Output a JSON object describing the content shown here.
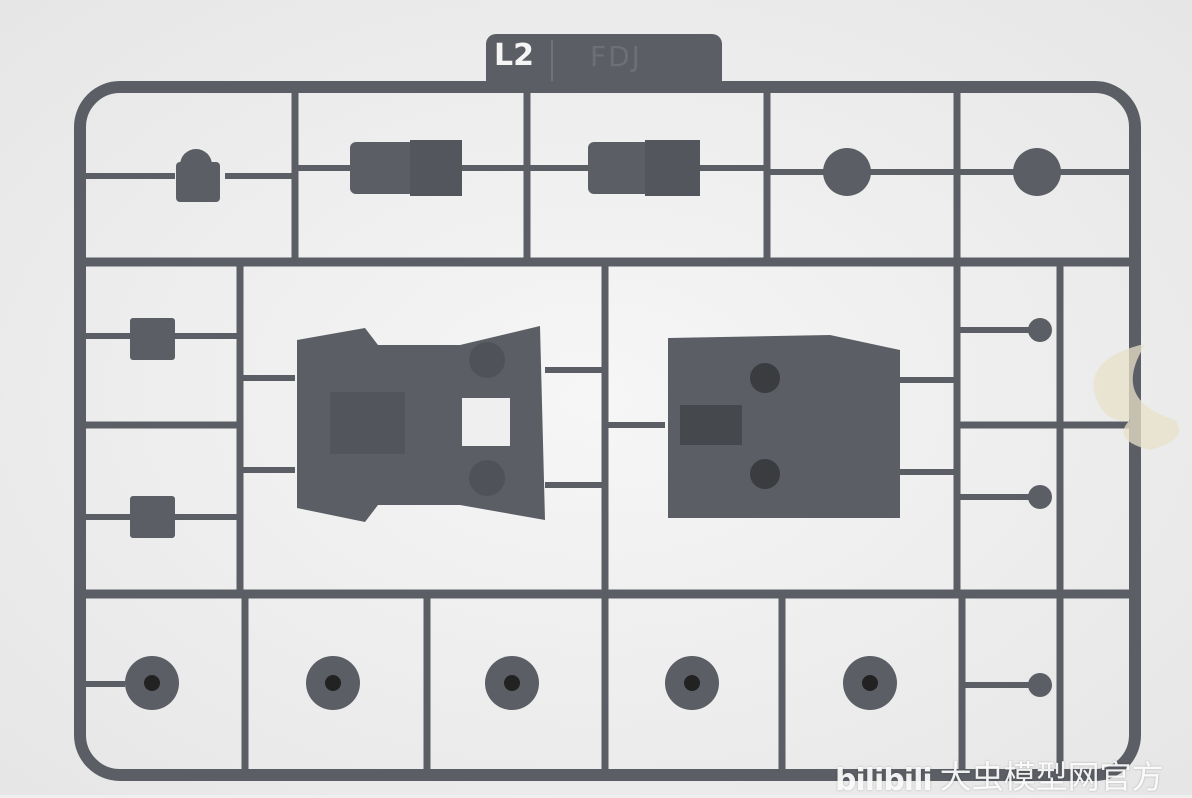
{
  "runner": {
    "tag_label": "L2",
    "tag_code": "FDJ"
  },
  "watermark": {
    "logo": "bilibili",
    "text": "大虫模型网官方"
  },
  "colors": {
    "plastic": "#5b5e64",
    "background": "#efefef",
    "clear_part": "#e8e2c8"
  }
}
